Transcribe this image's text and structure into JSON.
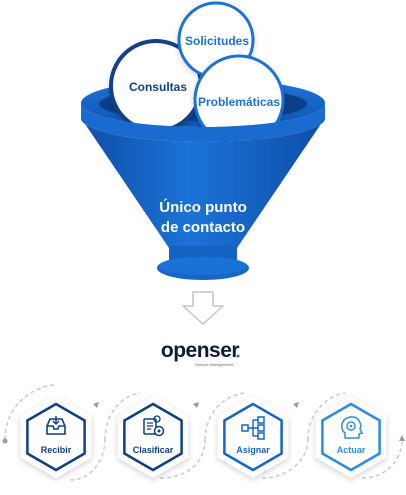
{
  "bubbles": {
    "solicitudes": "Solicitudes",
    "consultas": "Consultas",
    "problematicas": "Problemáticas"
  },
  "funnel": {
    "line1": "Único punto",
    "line2": "de contacto"
  },
  "brand": {
    "name": "openser",
    "tagline": "Service Management"
  },
  "steps": [
    {
      "label": "Recibir",
      "icon": "inbox-tray-icon"
    },
    {
      "label": "Clasificar",
      "icon": "sorting-gears-icon"
    },
    {
      "label": "Asignar",
      "icon": "hierarchy-tree-icon"
    },
    {
      "label": "Actuar",
      "icon": "head-gear-icon"
    }
  ],
  "colors": {
    "funnel_blue": "#1565c9",
    "dark_blue": "#0f3f84",
    "light_blue": "#2b8ce0",
    "gray": "#b9b9b9"
  }
}
